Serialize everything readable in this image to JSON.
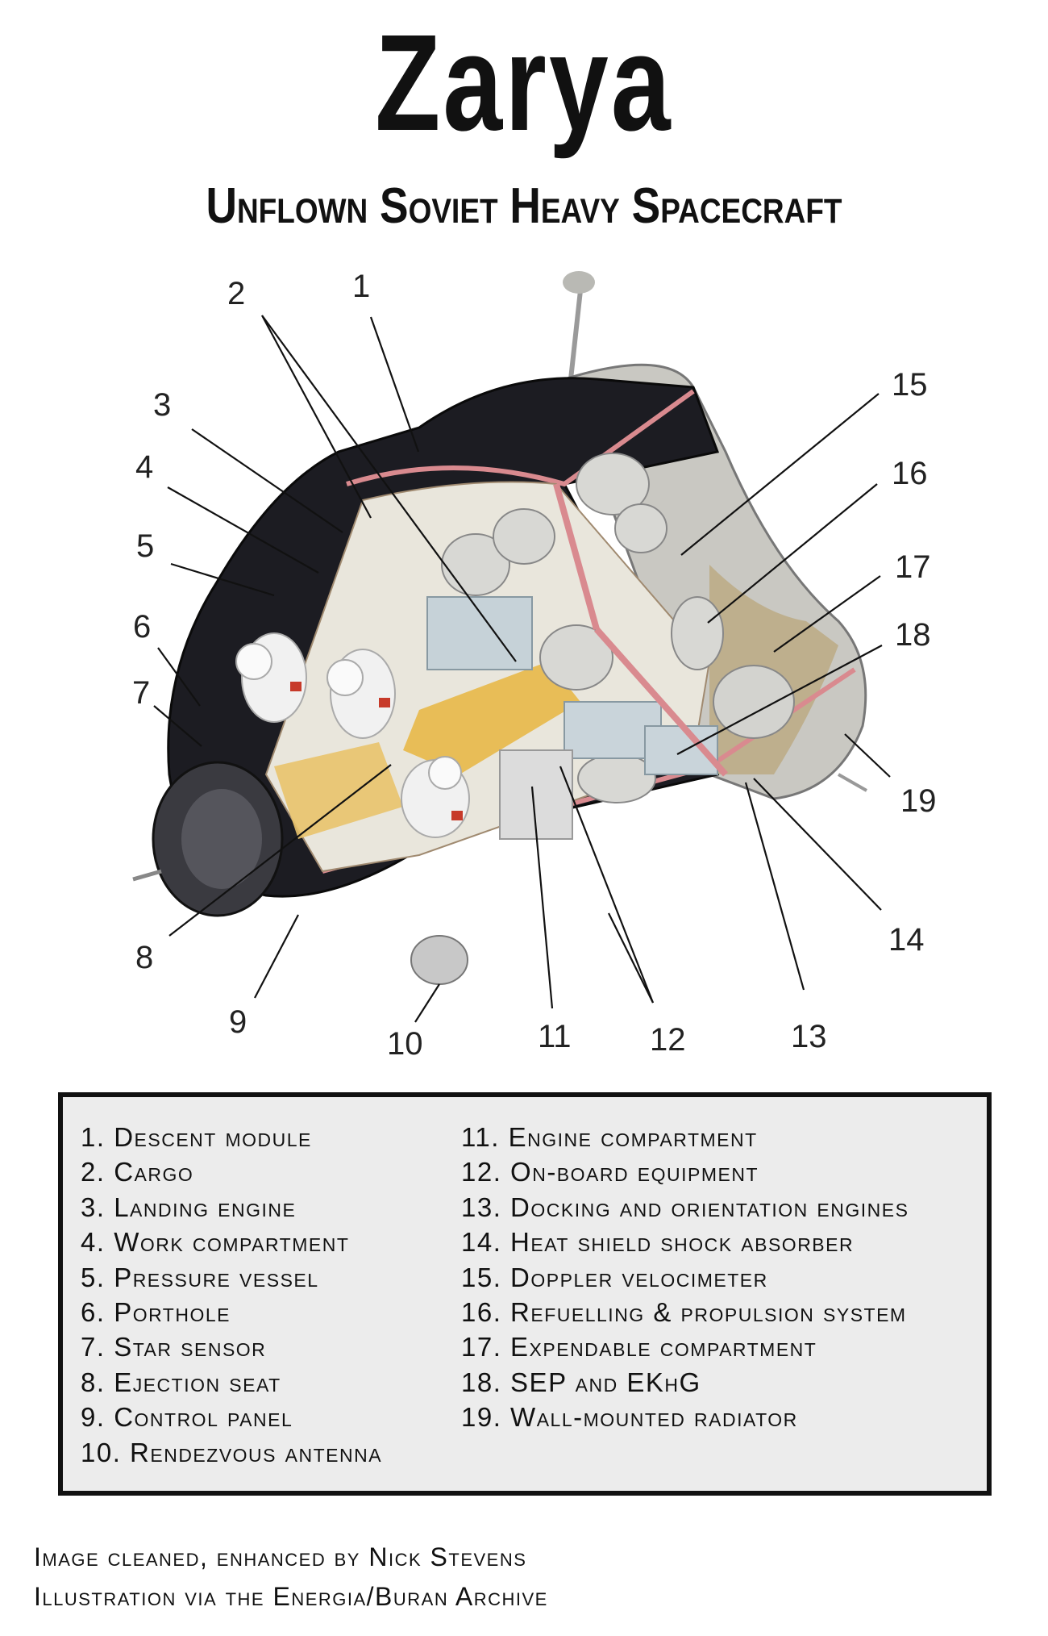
{
  "title": "Zarya",
  "subtitle": "Unflown Soviet Heavy Spacecraft",
  "callouts": [
    "1",
    "2",
    "3",
    "4",
    "5",
    "6",
    "7",
    "8",
    "9",
    "10",
    "11",
    "12",
    "13",
    "14",
    "15",
    "16",
    "17",
    "18",
    "19"
  ],
  "legend": {
    "left": [
      "1. Descent module",
      "2. Cargo",
      "3. Landing engine",
      "4. Work compartment",
      "5. Pressure vessel",
      "6. Porthole",
      "7. Star sensor",
      "8. Ejection seat",
      "9. Control panel",
      "10. Rendezvous antenna"
    ],
    "right": [
      "11. Engine compartment",
      "12. On-board equipment",
      "13. Docking and orientation engines",
      "14. Heat shield shock absorber",
      "15. Doppler velocimeter",
      "16. Refuelling & propulsion system",
      "17. Expendable compartment",
      "18. SEP and EKhG",
      "19. Wall-mounted radiator"
    ]
  },
  "credits": [
    "Image cleaned, enhanced by Nick Stevens",
    "Illustration via the Energia/Buran Archive"
  ]
}
